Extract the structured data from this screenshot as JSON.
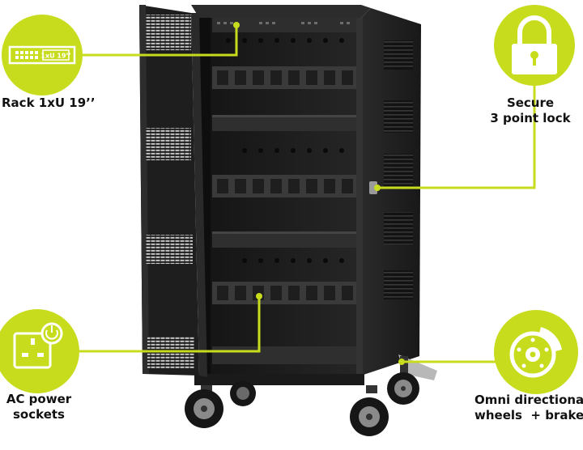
{
  "accent_color": "#c8dc1e",
  "cabinet_color": "#1c1c1c",
  "callouts": {
    "rack": {
      "lines": [
        "Rack 1xU 19’’"
      ],
      "icon_text": "1xU 19’’",
      "icon": "rack-unit-icon"
    },
    "lock": {
      "lines": [
        "Secure",
        "3 point lock"
      ],
      "icon": "padlock-icon"
    },
    "ac": {
      "lines": [
        "AC power",
        "sockets"
      ],
      "icon": "power-socket-icon"
    },
    "wheels": {
      "lines": [
        "Omni directional",
        "wheels  + brakes"
      ],
      "icon": "disc-brake-icon"
    }
  }
}
